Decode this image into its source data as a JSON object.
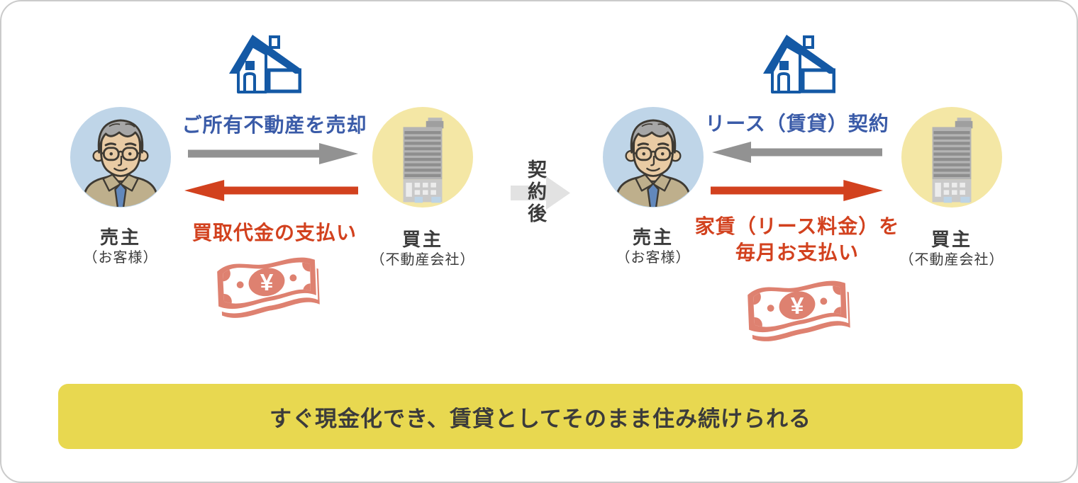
{
  "colors": {
    "blue_text": "#3A5BA8",
    "red": "#D2411E",
    "gray_arrow": "#929292",
    "dark_text": "#3B3B3B",
    "person_circle_bg": "#BFD5E8",
    "building_circle_bg": "#F4E7A5",
    "house_blue": "#1459A5",
    "money_salmon": "#DE8170",
    "transition_arrow": "#E2E2E2",
    "banner_bg": "#E8D850"
  },
  "before_panel": {
    "sale_label": "ご所有不動産を売却",
    "payment_label": "買取代金の支払い",
    "seller": {
      "name": "売主",
      "sub": "（お客様）"
    },
    "buyer": {
      "name": "買主",
      "sub": "（不動産会社）"
    }
  },
  "transition": {
    "label": "契約後"
  },
  "after_panel": {
    "lease_label": "リース（賃貸）契約",
    "rent_label_line1": "家賃（リース料金）を",
    "rent_label_line2": "毎月お支払い",
    "seller": {
      "name": "売主",
      "sub": "（お客様）"
    },
    "buyer": {
      "name": "買主",
      "sub": "（不動産会社）"
    }
  },
  "banner": {
    "text": "すぐ現金化でき、賃貸としてそのまま住み続けられる"
  },
  "icons": {
    "yen_symbol": "¥"
  }
}
